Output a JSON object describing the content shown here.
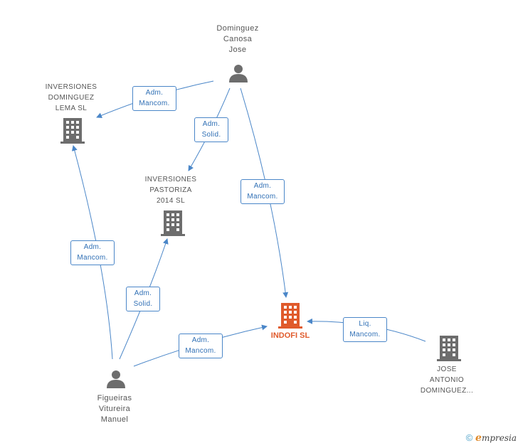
{
  "nodes": {
    "dominguez_canosa": {
      "lines": [
        "Dominguez",
        "Canosa",
        "Jose"
      ]
    },
    "inversiones_dominguez": {
      "lines": [
        "INVERSIONES",
        "DOMINGUEZ",
        "LEMA  SL"
      ]
    },
    "inversiones_pastoriza": {
      "lines": [
        "INVERSIONES",
        "PASTORIZA",
        "2014  SL"
      ]
    },
    "indofi": {
      "lines": [
        "INDOFI SL"
      ]
    },
    "figueiras": {
      "lines": [
        "Figueiras",
        "Vitureira",
        "Manuel"
      ]
    },
    "jose_antonio": {
      "lines": [
        "JOSE",
        "ANTONIO",
        "DOMINGUEZ..."
      ]
    }
  },
  "edges": {
    "e1": [
      "Adm.",
      "Mancom."
    ],
    "e2": [
      "Adm.",
      "Solid."
    ],
    "e3": [
      "Adm.",
      "Mancom."
    ],
    "e4": [
      "Adm.",
      "Mancom."
    ],
    "e5": [
      "Adm.",
      "Solid."
    ],
    "e6": [
      "Adm.",
      "Mancom."
    ],
    "e7": [
      "Liq.",
      "Mancom."
    ]
  },
  "colors": {
    "edge": "#4a86c8",
    "node_gray": "#6d6d6d",
    "focus": "#e05a2b"
  },
  "footer": {
    "copyright": "©",
    "brand_initial": "e",
    "brand_rest": "mpresia"
  }
}
